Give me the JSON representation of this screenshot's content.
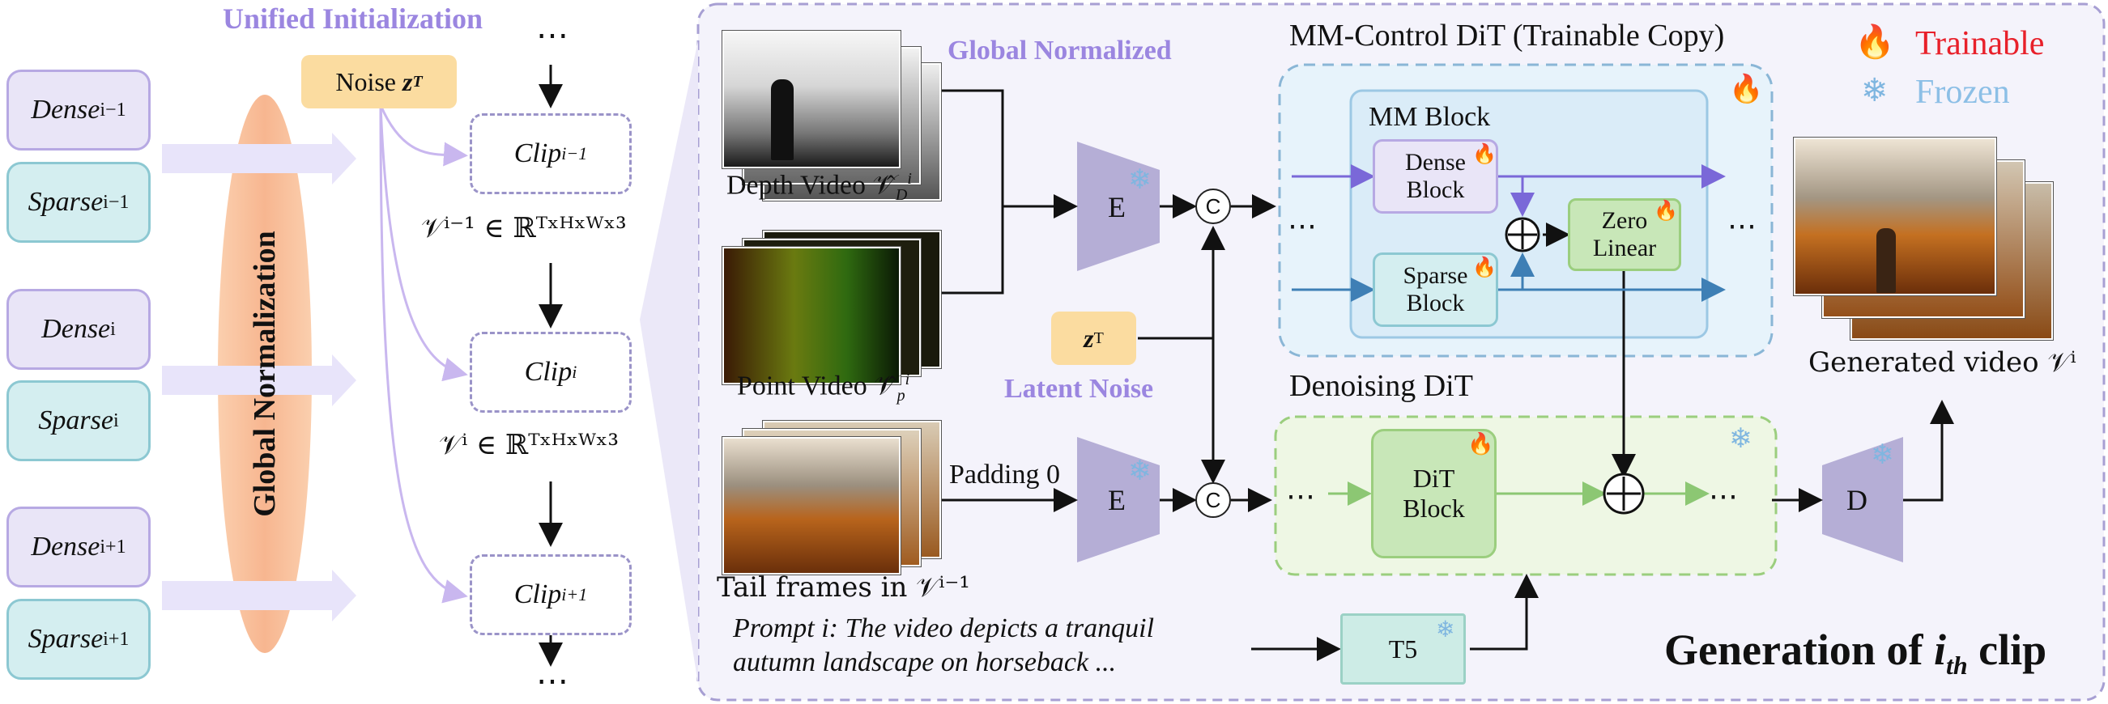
{
  "left_panel": {
    "dense_prev": "Dense",
    "dense_prev_sub": "i−1",
    "sparse_prev": "Sparse",
    "sparse_prev_sub": "i−1",
    "dense_cur": "Dense",
    "dense_cur_sub": "i",
    "sparse_cur": "Sparse",
    "sparse_cur_sub": "i",
    "dense_next": "Dense",
    "dense_next_sub": "i+1",
    "sparse_next": "Sparse",
    "sparse_next_sub": "i+1",
    "global_norm": "Global Normalization"
  },
  "middle": {
    "unified_init": "Unified Initialization",
    "noise_label": "Noise ",
    "noise_var": "z",
    "noise_sub": "T",
    "clip_prev": "Clip",
    "clip_prev_sub": "i−1",
    "clip_cur": "Clip",
    "clip_cur_sub": "i",
    "clip_next": "Clip",
    "clip_next_sub": "i+1",
    "v_prev": "𝒱ⁱ⁻¹ ∈ ℝᵀˣᴴˣᵂˣ³",
    "v_cur": "𝒱ⁱ ∈ ℝᵀˣᴴˣᵂˣ³",
    "ellipsis": "⋯"
  },
  "right": {
    "global_normalized": "Global Normalized",
    "depth_video": "Depth Video 𝒱̂",
    "depth_sub": "D",
    "depth_sup": "i",
    "point_video": "Point Video 𝒱̂",
    "point_sub": "p",
    "point_sup": "i",
    "tail_frames": "Tail frames in 𝒱ⁱ⁻¹",
    "latent_noise": "Latent Noise",
    "zT": "z",
    "zT_sub": "T",
    "padding": "Padding 0",
    "encoder": "E",
    "decoder": "D",
    "concat": "C",
    "mm_control_title": "MM-Control DiT (Trainable Copy)",
    "mm_block": "MM Block",
    "dense_block": [
      "Dense",
      "Block"
    ],
    "sparse_block": [
      "Sparse",
      "Block"
    ],
    "zero_linear": [
      "Zero",
      "Linear"
    ],
    "denoising_title": "Denoising DiT",
    "dit_block": [
      "DiT",
      "Block"
    ],
    "t5": "T5",
    "prompt_line1": "Prompt i: The video depicts a tranquil",
    "prompt_line2": "autumn landscape on horseback ...",
    "generated": "Generated video 𝒱ⁱ",
    "generation_title": "Generation of ",
    "generation_var": "i",
    "generation_sub": "th",
    "generation_tail": " clip",
    "legend_trainable": "Trainable",
    "legend_frozen": "Frozen",
    "dots": "⋯"
  },
  "colors": {
    "purple_text": "#9b86e0",
    "trainable": "#e8202a",
    "frozen": "#8cbfe6",
    "dense_fill": "#e9e5f7",
    "sparse_fill": "#d4eef0",
    "mm_panel": "#e7f3fb",
    "denoise_panel": "#eef7e4",
    "noise_box": "#fbdca0",
    "green_block": "#c8e7b8"
  }
}
